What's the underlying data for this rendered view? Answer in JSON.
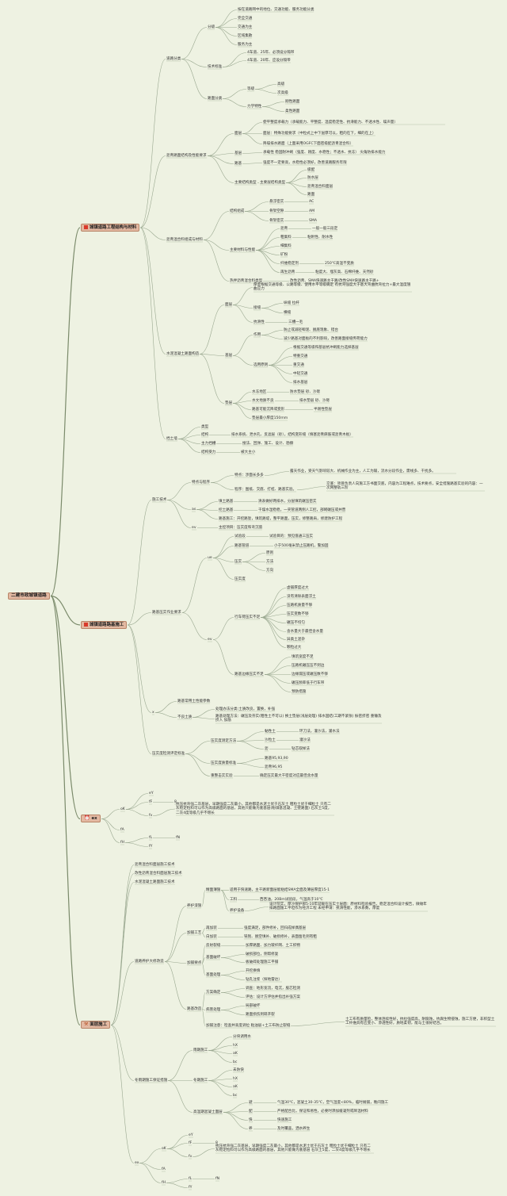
{
  "root": "二建市政城镇道路",
  "nodes": [
    {
      "id": "m1",
      "t": "城镇道路工程结构与材料",
      "main": true,
      "icon": "red"
    },
    {
      "id": "r_cls",
      "t": "道路分类"
    },
    {
      "id": "cls1",
      "t": "分级"
    },
    {
      "id": "cls1a",
      "t": "按在道路网中的地位、交通功能、服务功能分类"
    },
    {
      "id": "cls1b",
      "t": "完全交通"
    },
    {
      "id": "cls1c",
      "t": "交通为主"
    },
    {
      "id": "cls1d",
      "t": "区域集散"
    },
    {
      "id": "cls1e",
      "t": "服务为主"
    },
    {
      "id": "cls2",
      "t": "技术标准"
    },
    {
      "id": "cls2a",
      "t": "4车道、25年、必须设分隔带"
    },
    {
      "id": "cls2b",
      "t": "4车道、20年、应设分隔带"
    },
    {
      "id": "cls3",
      "t": "路面分类"
    },
    {
      "id": "cls3a",
      "t": "等级"
    },
    {
      "id": "cls3a1",
      "t": "高级"
    },
    {
      "id": "cls3a2",
      "t": "次高级"
    },
    {
      "id": "cls3b",
      "t": "力学特性"
    },
    {
      "id": "cls3b1",
      "t": "刚性路面"
    },
    {
      "id": "cls3b2",
      "t": "柔性路面"
    },
    {
      "id": "r_asp",
      "t": "沥青路面结构及性能要求"
    },
    {
      "id": "asp1",
      "t": "面层"
    },
    {
      "id": "asp1a",
      "t": "使平整度承载力（承载能力、平整度、温度稳定性、抗滑能力、不透水性、噪声量）"
    },
    {
      "id": "asp1b",
      "t": "面层：特殊功能要求（中粒式上中下层厚可以，粗的在下，细的在上）"
    },
    {
      "id": "asp1c",
      "t": "降噪排水路面（上面采用OGFC下面密级配沥青混合料）"
    },
    {
      "id": "asp2",
      "t": "基层"
    },
    {
      "id": "asp2a",
      "t": "承载性 稳固耐冲刷（强度、刚度、水稳性；不透水、抗冻）  尖角防排水能力"
    },
    {
      "id": "asp3",
      "t": "路基"
    },
    {
      "id": "asp3a",
      "t": "强度不一定要高，水稳性必须好，改善道路服务年限"
    },
    {
      "id": "asp4",
      "t": "主要结构类型"
    },
    {
      "id": "asp4a",
      "t": "主要层结构类型"
    },
    {
      "id": "asp4a1",
      "t": "级配"
    },
    {
      "id": "asp4a2",
      "t": "防水层"
    },
    {
      "id": "asp4a3",
      "t": "沥青混合料面层"
    },
    {
      "id": "asp4a4",
      "t": "路面"
    },
    {
      "id": "r_mix",
      "t": "沥青混合料组成与材料"
    },
    {
      "id": "mix1",
      "t": "结构组成"
    },
    {
      "id": "mix1a",
      "t": "悬浮密实"
    },
    {
      "id": "mix1a1",
      "t": "AC"
    },
    {
      "id": "mix1b",
      "t": "骨架空隙"
    },
    {
      "id": "mix1b1",
      "t": "AM"
    },
    {
      "id": "mix1c",
      "t": "骨架密实"
    },
    {
      "id": "mix1c1",
      "t": "SMA"
    },
    {
      "id": "mix2",
      "t": "主要材料与性能"
    },
    {
      "id": "mix2a",
      "t": "沥青"
    },
    {
      "id": "mix2a1",
      "t": "一般一般三段定"
    },
    {
      "id": "mix2b",
      "t": "粗集料"
    },
    {
      "id": "mix2b1",
      "t": "粘附性、耐水性"
    },
    {
      "id": "mix2c",
      "t": "细集料"
    },
    {
      "id": "mix2d",
      "t": "矿粉"
    },
    {
      "id": "mix2e",
      "t": "纤维稳定剂"
    },
    {
      "id": "mix2e1",
      "t": "250℃高温不变质"
    },
    {
      "id": "mix2f",
      "t": "再生沥青"
    },
    {
      "id": "mix2f1",
      "t": "粘度大、埋灰高、石棉纤维、天然砂"
    },
    {
      "id": "mix3",
      "t": "热拌沥青混合料类型"
    },
    {
      "id": "mix3a",
      "t": "改性沥青、SMA快速路主干路/改性SMA快速路主干路+"
    },
    {
      "id": "r_conc",
      "t": "水泥混凝土路面构造"
    },
    {
      "id": "conc1",
      "t": "面层"
    },
    {
      "id": "conc1a",
      "t": "厚度根据交通等级、公路等级、使用水平等级确定 有抗弯强度大于基大弯曲抗弯拉力+最大温度翘曲应力"
    },
    {
      "id": "conc1b",
      "t": "接缝"
    },
    {
      "id": "conc1b1",
      "t": "纵缝 拉杆"
    },
    {
      "id": "conc1b2",
      "t": "横缝"
    },
    {
      "id": "conc1c",
      "t": "抗滑性"
    },
    {
      "id": "conc1c1",
      "t": "三槽一毛"
    },
    {
      "id": "conc2",
      "t": "基层"
    },
    {
      "id": "conc2a",
      "t": "作用"
    },
    {
      "id": "conc2a1",
      "t": "防止或减轻唧泥、脱底现象、错台"
    },
    {
      "id": "conc2a2",
      "t": "减少路基对面板的不利影响，改善路面接缝传荷能力"
    },
    {
      "id": "conc2b",
      "t": "选用原则"
    },
    {
      "id": "conc2b1",
      "t": "根据交通等级和基层抗冲刷能力选择基层"
    },
    {
      "id": "conc2b2",
      "t": "特重交通"
    },
    {
      "id": "conc2b3",
      "t": "重交通"
    },
    {
      "id": "conc2b4",
      "t": "中轻交通"
    },
    {
      "id": "conc2b5",
      "t": "排水基层"
    },
    {
      "id": "conc3",
      "t": "垫层"
    },
    {
      "id": "conc3a",
      "t": "水冻地区"
    },
    {
      "id": "conc3a1",
      "t": "防水垫层 砂、沙砾"
    },
    {
      "id": "conc3b",
      "t": "水文地质不良"
    },
    {
      "id": "conc3b1",
      "t": "排水垫层 砂、沙砾"
    },
    {
      "id": "conc3c",
      "t": "路基可能沉降或变形"
    },
    {
      "id": "conc3c1",
      "t": "半刚性垫层"
    },
    {
      "id": "conc3d",
      "t": "垫层最小厚度150mm"
    },
    {
      "id": "r_wall",
      "t": "挡土墙"
    },
    {
      "id": "wall1",
      "t": "类型"
    },
    {
      "id": "wall2",
      "t": "结构"
    },
    {
      "id": "wall2a",
      "t": "排水系统、泄水孔、反滤层（砂），结构变形缝（填塞沥青麻筋或沥青木板）"
    },
    {
      "id": "wall3",
      "t": "主力挡槽"
    },
    {
      "id": "wall3a",
      "t": "搜法、回弹、施工、设计、勘察"
    },
    {
      "id": "wall4",
      "t": "结构受力"
    },
    {
      "id": "wall4a",
      "t": "被大主小"
    },
    {
      "id": "m2",
      "t": "城镇道路路基施工",
      "main": true,
      "icon": "red"
    },
    {
      "id": "p_tech",
      "t": "施工技术"
    },
    {
      "id": "tech1",
      "t": "特点与程序"
    },
    {
      "id": "tech1a",
      "t": "特点：涉面长多多"
    },
    {
      "id": "tech1a1",
      "t": "露天作业，受天气影响较大、机械作业为主，人工为辅，流水分段作业，需线多、干扰多。"
    },
    {
      "id": "tech1b",
      "t": "程序：图纸、交底、打桩、路基实验。"
    },
    {
      "id": "tech1b1",
      "t": "交底：项目负责人向施工方书面交底，内容为工程难点，技术要点，安全措施路基实验的内容：一次网整轨三阶"
    },
    {
      "id": "tech2",
      "t": "as"
    },
    {
      "id": "tech2a",
      "t": "填土路基"
    },
    {
      "id": "tech2a1",
      "t": "清表做好两排水，分层填筑碾压密实"
    },
    {
      "id": "tech2b",
      "t": "挖土路基"
    },
    {
      "id": "tech2b1",
      "t": "干燥水湿稳稳，一夹管道两侧人工挖，部砌碾压或井营"
    },
    {
      "id": "tech2c",
      "t": "路基施工：开挖路堑，填筑路堤，整平路面，压实，修整路肩，修建防护工程"
    },
    {
      "id": "tech3",
      "t": "ev"
    },
    {
      "id": "tech3a",
      "t": "主控项目：压实度和弯沉值"
    },
    {
      "id": "p_comp",
      "t": "路基压实作业要求"
    },
    {
      "id": "comp1",
      "t": "ue"
    },
    {
      "id": "comp1a",
      "t": "试验段"
    },
    {
      "id": "comp1a1",
      "t": "试验目的：预见值通三压实"
    },
    {
      "id": "comp1b",
      "t": "路基管道"
    },
    {
      "id": "comp1b1",
      "t": "小于500毫米禁止压路机，警加固"
    },
    {
      "id": "comp1c",
      "t": "压实"
    },
    {
      "id": "comp1c1",
      "t": "原则"
    },
    {
      "id": "comp1c2",
      "t": "方法"
    },
    {
      "id": "comp1c3",
      "t": "方向"
    },
    {
      "id": "comp1d",
      "t": "压实度"
    },
    {
      "id": "comp2",
      "t": "ev"
    },
    {
      "id": "comp2a",
      "t": "行车荷压实不足"
    },
    {
      "id": "comp2a1",
      "t": "虚铺厚度过大"
    },
    {
      "id": "comp2a2",
      "t": "没有清除表面浮土"
    },
    {
      "id": "comp2a3",
      "t": "压路机质量不够"
    },
    {
      "id": "comp2a4",
      "t": "压实变数不够"
    },
    {
      "id": "comp2a5",
      "t": "碾压不均匀"
    },
    {
      "id": "comp2a6",
      "t": "含水量大于最佳含水量"
    },
    {
      "id": "comp2a7",
      "t": "异类土混杂"
    },
    {
      "id": "comp2a8",
      "t": "颗粒过大"
    },
    {
      "id": "comp2b",
      "t": "路基边缘压实不足"
    },
    {
      "id": "comp2b1",
      "t": "填筑宽度不足"
    },
    {
      "id": "comp2b2",
      "t": "压路机碾压压不到边"
    },
    {
      "id": "comp2b3",
      "t": "边缘漏压或碾压数不够"
    },
    {
      "id": "comp2b4",
      "t": "碾压频率低于行车带"
    },
    {
      "id": "comp2b5",
      "t": "预防措施"
    },
    {
      "id": "p_soil",
      "t": "x"
    },
    {
      "id": "soil0",
      "t": "路基常用土性能参数"
    },
    {
      "id": "soil1",
      "t": "不良土质"
    },
    {
      "id": "soil1a",
      "t": "处理办法分类:土质改良，置换，补强"
    },
    {
      "id": "soil1b",
      "t": "路基处理方法：碾压及夯实(粗性土不可以) 换土垫层(浅层处理) 排水固结(工期不紧张) 振密挤密 重锤及挤入 加筋"
    },
    {
      "id": "p_test",
      "t": "压实度检测评定标准"
    },
    {
      "id": "test1",
      "t": "压实度测定方法"
    },
    {
      "id": "test1a",
      "t": "黏性土"
    },
    {
      "id": "test1a1",
      "t": "环刀法，灌沙法，灌水法"
    },
    {
      "id": "test1b",
      "t": "沙粒土"
    },
    {
      "id": "test1b1",
      "t": "灌沙法"
    },
    {
      "id": "test1c",
      "t": "沥"
    },
    {
      "id": "test1c1",
      "t": "钻芯取样法"
    },
    {
      "id": "test2",
      "t": "压实度质量标准"
    },
    {
      "id": "test2a",
      "t": "路基95,93,90"
    },
    {
      "id": "test2b",
      "t": "沥青96,95"
    },
    {
      "id": "test3",
      "t": "重整击实实验"
    },
    {
      "id": "test3a",
      "t": "确定压实最大干密度对应最佳含水量"
    },
    {
      "id": "m3",
      "t": "ex",
      "main": true,
      "icon": "alarm"
    },
    {
      "id": "ex1",
      "t": "oK"
    },
    {
      "id": "ex1a",
      "t": "eY"
    },
    {
      "id": "ex1b",
      "t": "fF"
    },
    {
      "id": "ex1b1",
      "t": "8"
    },
    {
      "id": "ex1c",
      "t": "fv"
    },
    {
      "id": "ex1c1",
      "t": "抗压抗弯强二灰基层，早期强度二灰最小，其他都是水泥土优于石灰土 粗粒土优于细粒土 只有二灰稳定粒料可以作为高级路面的基层，其他只能做为底基层(粉煤基混凝、土壁路面)  石灰土5度，二灰4度等级几乎不增长"
    },
    {
      "id": "ex2",
      "t": "fA"
    },
    {
      "id": "ex3",
      "t": "fH"
    },
    {
      "id": "ex3a",
      "t": "fL"
    },
    {
      "id": "ex3a1",
      "t": "fN"
    },
    {
      "id": "ex3b",
      "t": "fY"
    },
    {
      "id": "m4",
      "t": "面层施工",
      "main": true,
      "icon": "hammer"
    },
    {
      "id": "f1",
      "t": "沥青混合料面层施工技术"
    },
    {
      "id": "f2",
      "t": "改性沥青混合料面层施工技术"
    },
    {
      "id": "f3",
      "t": "水泥混凝土路面施工技术"
    },
    {
      "id": "f4",
      "t": "道路养护大修改造"
    },
    {
      "id": "f4a",
      "t": "养护漆施"
    },
    {
      "id": "f4a1",
      "t": "精面薄施"
    },
    {
      "id": "f4a1a",
      "t": "适用于快速路，主干路新面层能粘结SMA全面及薄层厚度15-1"
    },
    {
      "id": "f4a1b",
      "t": "工料"
    },
    {
      "id": "f4a1b1",
      "t": "西杏油，20Bm试验段，气温高于10℃"
    },
    {
      "id": "f4a1c",
      "t": "养护设备"
    },
    {
      "id": "f4a1c1",
      "t": "设计院实，厚沙保护部5-10年延缓在压实士层面：原材料检验报告，稳定混合料设计报告，微矮年排路面施工平坦作为经济工程 未经申请：抗滑性能，渗水系数，厚度"
    },
    {
      "id": "f4b",
      "t": "加铺工艺"
    },
    {
      "id": "f4b1",
      "t": "再加装"
    },
    {
      "id": "f4b1a",
      "t": "强度满足，部件修补，回归成样偶基层"
    },
    {
      "id": "f4b2",
      "t": "白加装"
    },
    {
      "id": "f4b2a",
      "t": "铣刨、脱空填补、破损修补，表面凿毛到有粗"
    },
    {
      "id": "f4c",
      "t": "加铺要点"
    },
    {
      "id": "f4c1",
      "t": "反射裂缝"
    },
    {
      "id": "f4c1a",
      "t": "加厚路面、加力玻纤网、土工织物"
    },
    {
      "id": "f4c2",
      "t": "基面破坏"
    },
    {
      "id": "f4c2a",
      "t": "破损部位，侧帮修复"
    },
    {
      "id": "f4c2b",
      "t": "板破碎处理施工平铺"
    },
    {
      "id": "f4c3",
      "t": "基面处理"
    },
    {
      "id": "f4c3a",
      "t": "开挖换填"
    },
    {
      "id": "f4c3b",
      "t": "钻孔注浆（探地雷达）"
    },
    {
      "id": "f4d",
      "t": "路基改造"
    },
    {
      "id": "f4d1",
      "t": "方案确定"
    },
    {
      "id": "f4d1a",
      "t": "调查：地形宽流，电沉，股芯检测"
    },
    {
      "id": "f4d1b",
      "t": "评估：设计方评估并指出补强方案"
    },
    {
      "id": "f4d2",
      "t": "病害处理"
    },
    {
      "id": "f4d2a",
      "t": "局部破坏"
    },
    {
      "id": "f4d2b",
      "t": "路面损伤到研开裂"
    },
    {
      "id": "f4d3",
      "t": "加铺注意：检查井高度调位 粘油层+土工布防止裂缝"
    },
    {
      "id": "f4d3a",
      "t": "土工布有质量检，整体连续性好，抗拉强度高，耐腐蚀，抗腐生物侵蚀，施工方便，非织型土工纤维具有应变小、渗透性好，质地柔韧，能与土很好结合。"
    },
    {
      "id": "f5",
      "t": "冬雨期施工保证措施"
    },
    {
      "id": "f5a",
      "t": "雨期施工"
    },
    {
      "id": "f5a1",
      "t": "分块调用水"
    },
    {
      "id": "f5a2",
      "t": "hX"
    },
    {
      "id": "f5a3",
      "t": "aK"
    },
    {
      "id": "f5a4",
      "t": "bc"
    },
    {
      "id": "f5b",
      "t": "冬期施工"
    },
    {
      "id": "f5b1",
      "t": "未防快"
    },
    {
      "id": "f5b2",
      "t": "hX"
    },
    {
      "id": "f5b3",
      "t": "aK"
    },
    {
      "id": "f5b4",
      "t": "bc"
    },
    {
      "id": "f5c",
      "t": "高温期混凝土面层"
    },
    {
      "id": "f5c1",
      "t": "避"
    },
    {
      "id": "f5c1a",
      "t": "气温30℃，混凝土30-35℃，空气湿度<80%，临时摊铺，晚间施工"
    },
    {
      "id": "f5c2",
      "t": "配"
    },
    {
      "id": "f5c2a",
      "t": "严格配合比，保证和易性，必要时添加缓凝剂或降温材料"
    },
    {
      "id": "f5c3",
      "t": "快"
    },
    {
      "id": "f5c3a",
      "t": "快速施工"
    },
    {
      "id": "f5c4",
      "t": "养"
    },
    {
      "id": "f5c4a",
      "t": "及时覆盖，洒水养生"
    },
    {
      "id": "f6",
      "t": "ex"
    },
    {
      "id": "f6a",
      "t": "oK"
    },
    {
      "id": "f6a1",
      "t": "eY"
    },
    {
      "id": "f6a2",
      "t": "fF"
    },
    {
      "id": "f6a2a",
      "t": "8"
    },
    {
      "id": "f6a3",
      "t": "fv"
    },
    {
      "id": "f6a3a",
      "t": "抗压抗弯强二灰基层，早期强度二灰最小，其他都是水泥土优于石灰土 粗粒土优于细粒土 只有二灰稳定粒料可以作为高级路面的基层，其他只能做为底基层 石灰土5度，二灰4度等级几乎不增长"
    },
    {
      "id": "f6b",
      "t": "fA"
    },
    {
      "id": "f6c",
      "t": "fH"
    },
    {
      "id": "f6c1",
      "t": "fL"
    },
    {
      "id": "f6c1a",
      "t": "fN"
    },
    {
      "id": "f6c2",
      "t": "fY"
    }
  ]
}
